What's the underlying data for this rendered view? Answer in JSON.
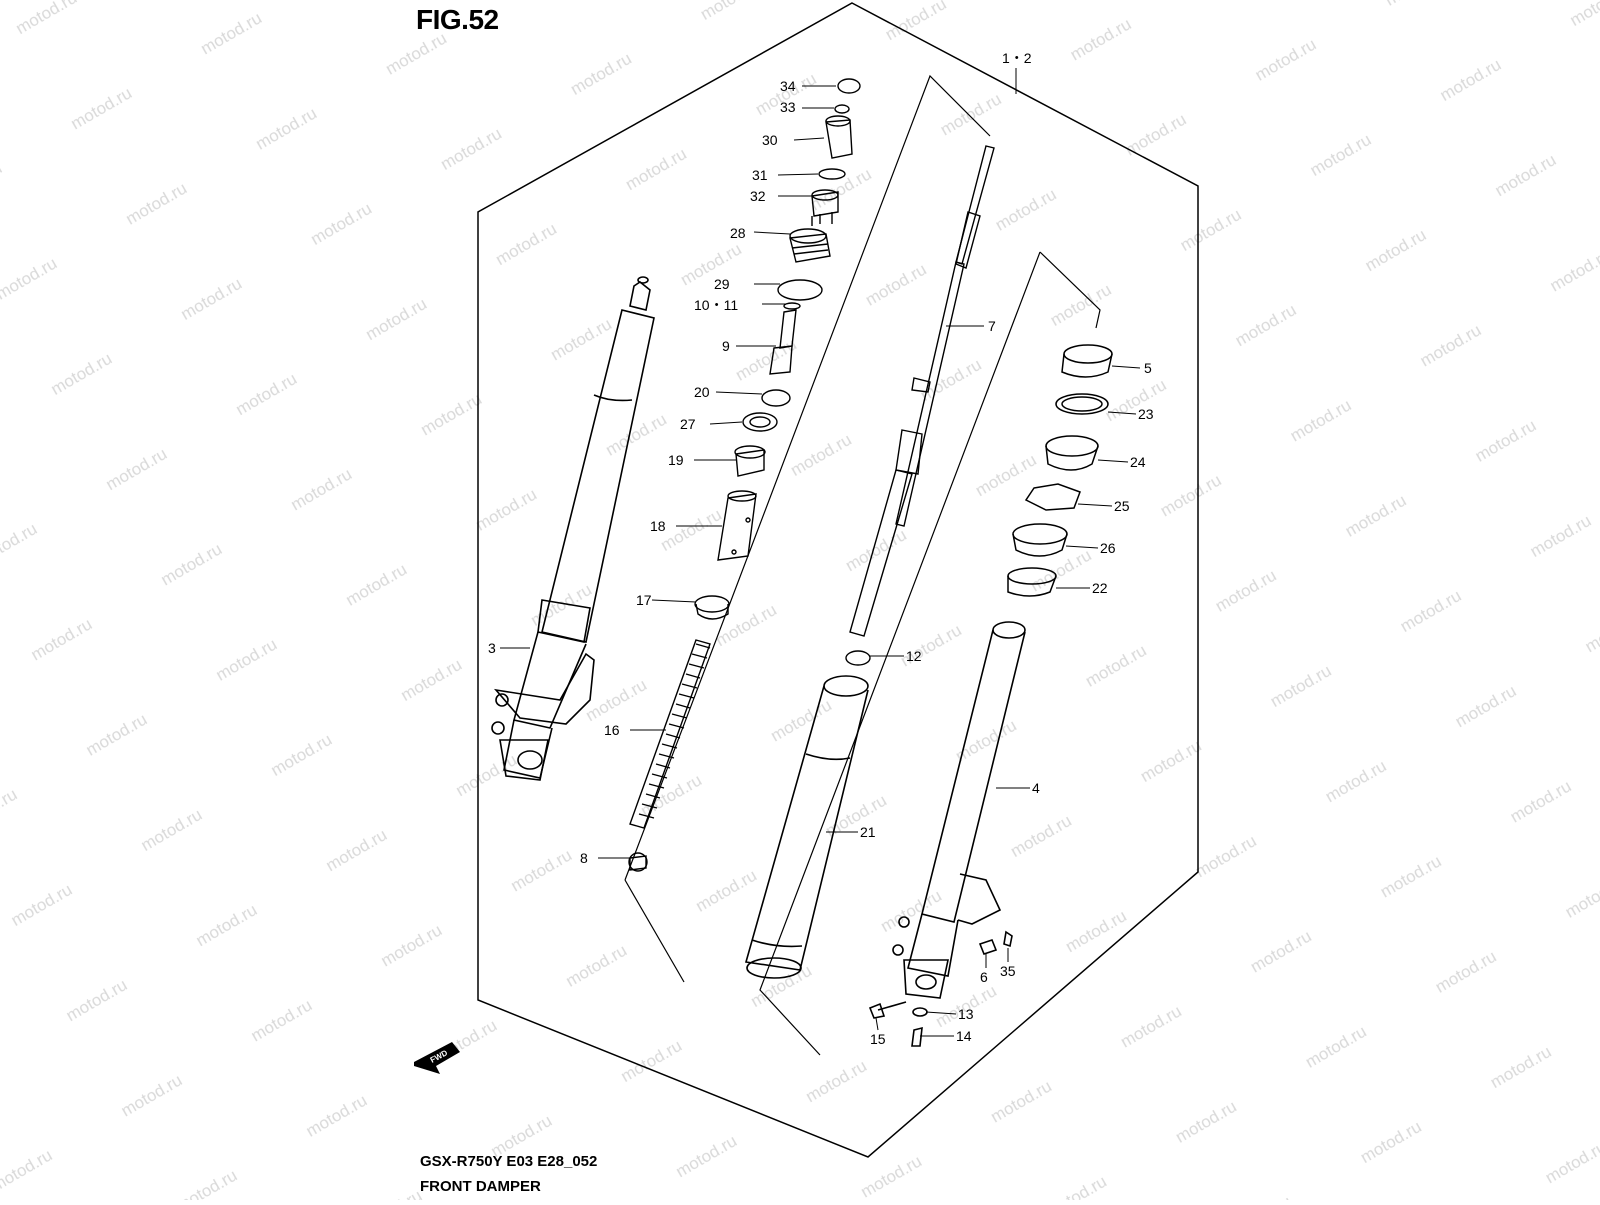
{
  "figure": {
    "title": "FIG.52",
    "model_code": "GSX-R750Y E03 E28_052",
    "caption": "FRONT DAMPER",
    "watermark": "motod.ru",
    "fwd_label": "FWD"
  },
  "callouts": [
    {
      "id": "c34",
      "label": "34"
    },
    {
      "id": "c33",
      "label": "33"
    },
    {
      "id": "c30",
      "label": "30"
    },
    {
      "id": "c31",
      "label": "31"
    },
    {
      "id": "c32",
      "label": "32"
    },
    {
      "id": "c28",
      "label": "28"
    },
    {
      "id": "c29",
      "label": "29"
    },
    {
      "id": "c1011",
      "label": "10・11"
    },
    {
      "id": "c9",
      "label": "9"
    },
    {
      "id": "c20",
      "label": "20"
    },
    {
      "id": "c27",
      "label": "27"
    },
    {
      "id": "c19",
      "label": "19"
    },
    {
      "id": "c18",
      "label": "18"
    },
    {
      "id": "c17",
      "label": "17"
    },
    {
      "id": "c16",
      "label": "16"
    },
    {
      "id": "c8",
      "label": "8"
    },
    {
      "id": "c3",
      "label": "3"
    },
    {
      "id": "c12",
      "label": "1・2"
    },
    {
      "id": "c7",
      "label": "7"
    },
    {
      "id": "c12b",
      "label": "12"
    },
    {
      "id": "c21",
      "label": "21"
    },
    {
      "id": "c5",
      "label": "5"
    },
    {
      "id": "c23",
      "label": "23"
    },
    {
      "id": "c24",
      "label": "24"
    },
    {
      "id": "c25",
      "label": "25"
    },
    {
      "id": "c26",
      "label": "26"
    },
    {
      "id": "c22",
      "label": "22"
    },
    {
      "id": "c4",
      "label": "4"
    },
    {
      "id": "c6",
      "label": "6"
    },
    {
      "id": "c35",
      "label": "35"
    },
    {
      "id": "c13",
      "label": "13"
    },
    {
      "id": "c15",
      "label": "15"
    },
    {
      "id": "c14",
      "label": "14"
    }
  ]
}
